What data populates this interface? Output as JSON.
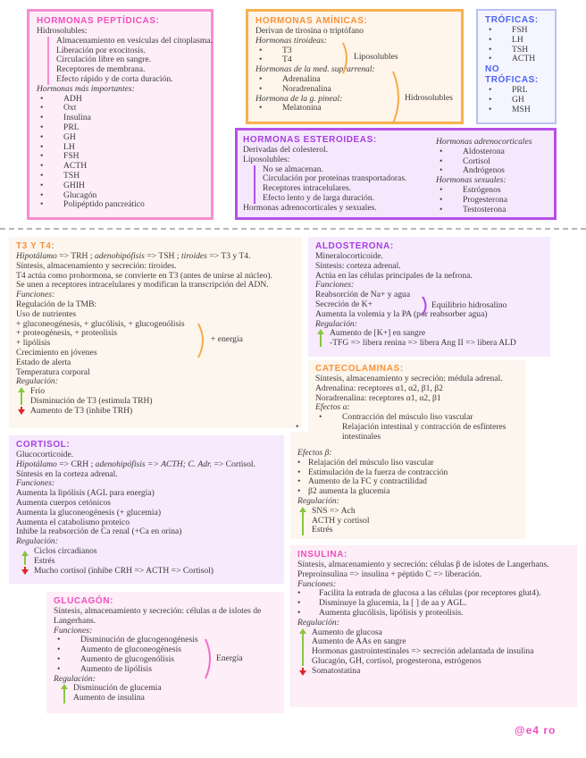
{
  "colors": {
    "pink": "#f06fc8",
    "orange": "#f7a94a",
    "blue": "#5b6ef2",
    "purple": "#b04be6",
    "green": "#8ac640",
    "red": "#e02424"
  },
  "peptidicas": {
    "title": "HORMONAS PEPTÍDICAS:",
    "sub": "Hidrosolubles:",
    "props": [
      "Almacenamiento en vesículas del citoplasma.",
      "Liberación por exocitosis.",
      "Circulación libre en sangre.",
      "Receptores de membrana.",
      "Efecto rápido y de corta duración."
    ],
    "imp_label": "Hormonas más importantes:",
    "list": [
      "ADH",
      "Oxt",
      "Insulina",
      "PRL",
      "GH",
      "LH",
      "FSH",
      "ACTH",
      "TSH",
      "GHIH",
      "Glucagón",
      "Polipéptido pancreático"
    ]
  },
  "aminicas": {
    "title": "HORMONAS AMÍNICAS:",
    "line1": "Derivan de tirosina o triptófano",
    "tir_label": "Hormonas tiroideas:",
    "tir": [
      "T3",
      "T4"
    ],
    "lipo": "Liposolubles",
    "sup_label": "Hormonas de la med. suprarrenal:",
    "sup": [
      "Adrenalina",
      "Noradrenalina"
    ],
    "pin_label": "Hormona de la g. pineal:",
    "pin": [
      "Melatonina"
    ],
    "hidro": "Hidrosolubles"
  },
  "troficas": {
    "title": "TRÓFICAS:",
    "items": [
      "FSH",
      "LH",
      "TSH",
      "ACTH"
    ],
    "no_title": "NO TRÓFICAS:",
    "no_items": [
      "PRL",
      "GH",
      "MSH"
    ]
  },
  "esteroideas": {
    "title": "HORMONAS ESTEROIDEAS:",
    "line1": "Derivadas del colesterol.",
    "lipo": "Liposolubles:",
    "props": [
      "No se almacenan.",
      "Circulación por proteínas transportadoras.",
      "Receptores intracelulares.",
      "Efecto lento y de larga duración."
    ],
    "last": "Hormonas adrenocorticales y sexuales.",
    "adr_label": "Hormonas adrenocorticales",
    "adr": [
      "Aldosterona",
      "Cortisol",
      "Andrógenos"
    ],
    "sex_label": "Hormonas sexuales:",
    "sex": [
      "Estrógenos",
      "Progesterona",
      "Testosterona"
    ]
  },
  "t3t4": {
    "title": "T3 Y T4:",
    "l1": {
      "a": "Hipotálamo",
      "b": " => TRH ; ",
      "c": "adenohipófisis",
      "d": " => TSH ; ",
      "e": "tiroides",
      "f": " => T3 y T4."
    },
    "lines": [
      "Síntesis, almacenamiento y secreción: tiroides.",
      "T4 actúa como prohormona, se convierte en T3 (antes de unirse al núcleo).",
      "Se unen a receptores intracelulares y modifican la transcripción del ADN."
    ],
    "func_label": "Funciones:",
    "tmb": "Regulación de la TMB:",
    "uso": "Uso de nutrientes",
    "nut": [
      "+ gluconeogénesis, + glucólisis, + glucogenólisis",
      "+ proteogénesis, + proteolisis",
      "+ lipólisis"
    ],
    "energia": "+ energía",
    "more": [
      "Crecimiento en jóvenes",
      "Estado de alerta",
      "Temperatura corporal"
    ],
    "reg_label": "Regulación:",
    "reg_up": [
      "Frío",
      "Disminución de T3 (estimula TRH)"
    ],
    "reg_down": [
      "Aumento de T3 (inhibe TRH)"
    ]
  },
  "aldosterona": {
    "title": "ALDOSTERONA:",
    "lines": [
      "Mineralocorticoide.",
      "Síntesis: corteza adrenal.",
      "Actúa en las células principales de la nefrona."
    ],
    "func_label": "Funciones:",
    "f1": "Reabsorción de Na+ y agua",
    "f2": "Secreción de K+",
    "equil": "Equilibrio hidrosalino",
    "f3": "Aumenta la volemia y la PA (por reabsorber agua)",
    "reg_label": "Regulación:",
    "reg_up": [
      "Aumento de [K+] en sangre",
      "-TFG => libera renina => libera Ang II => libera ALD"
    ]
  },
  "catecolaminas": {
    "title": "CATECOLAMINAS:",
    "lines": [
      "Síntesis, almacenamiento y secreción: médula adrenal.",
      "Adrenalina: receptores α1, α2, β1, β2",
      "Noradrenalina: receptores α1, α2, β1"
    ],
    "alfa_label": "Efectos α:",
    "alfa": [
      "Contracción del músculo liso vascular",
      "Relajación intestinal y contracción de esfínteres intestinales"
    ],
    "beta_label": "Efectos β:",
    "beta": [
      "Relajación del músculo liso vascular",
      "Estimulación de la fuerza de contracción",
      "Aumento de la FC y contractilidad",
      "β2 aumenta la glucemia"
    ],
    "reg_label": "Regulación:",
    "reg_up": [
      "SNS => Ach",
      "ACTH y cortisol",
      "Estrés"
    ]
  },
  "cortisol": {
    "title": "CORTISOL:",
    "l0": "Glucocorticoide.",
    "l1": {
      "a": "Hipotálamo",
      "b": " => CRH ; ",
      "c": "adenohipófisis",
      "d": " => ACTH; C. Adr.",
      "e": " => Cortisol."
    },
    "l2": "Síntesis en la corteza adrenal.",
    "func_label": "Funciones:",
    "func": [
      "Aumenta la lipólisis (AGL para energía)",
      "Aumenta cuerpos cetónicos",
      "Aumenta la gluconeogénesis (+ glucemia)",
      "Aumenta el catabolismo proteico",
      "Inhibe la reabsorción de Ca renal (+Ca en orina)"
    ],
    "reg_label": "Regulación:",
    "reg_up": [
      "Ciclos circadianos",
      "Estrés"
    ],
    "reg_down": [
      "Mucho cortisol (inhibe CRH => ACTH => Cortisol)"
    ]
  },
  "insulina": {
    "title": "INSULINA:",
    "lines": [
      "Síntesis, almacenamiento y secreción: células β de islotes de Langerhans.",
      "Preproinsulina => insulina + péptido C => liberación."
    ],
    "func_label": "Funciones:",
    "func": [
      "Facilita la entrada de glucosa a las células (por receptores glut4).",
      "Disminuye la glucemia, la [ ] de aa y AGL.",
      "Aumenta glucólisis, lipólisis y proteolisis."
    ],
    "reg_label": "Regulación:",
    "reg_up": [
      "Aumento de glucosa",
      "Aumento de AAs en sangre",
      "Hormonas gastrointestinales => secreción adelantada de insulina",
      "Glucagón, GH, cortisol, progesterona, estrógenos"
    ],
    "reg_down": [
      "Somatostatina"
    ]
  },
  "glucagon": {
    "title": "GLUCAGÓN:",
    "lines": [
      "Síntesis, almacenamiento y secreción: células α de islotes de",
      "Langerhans."
    ],
    "func_label": "Funciones:",
    "func": [
      "Disminución de glucogenogénesis",
      "Aumento de gluconeogénesis",
      "Aumento de glucogenólisis",
      "Aumento de lipólisis"
    ],
    "energia": "Energía",
    "reg_label": "Regulación:",
    "reg_up": [
      "Disminución de glucemia",
      "Aumento de insulina"
    ]
  },
  "signature": "@e4 ro"
}
